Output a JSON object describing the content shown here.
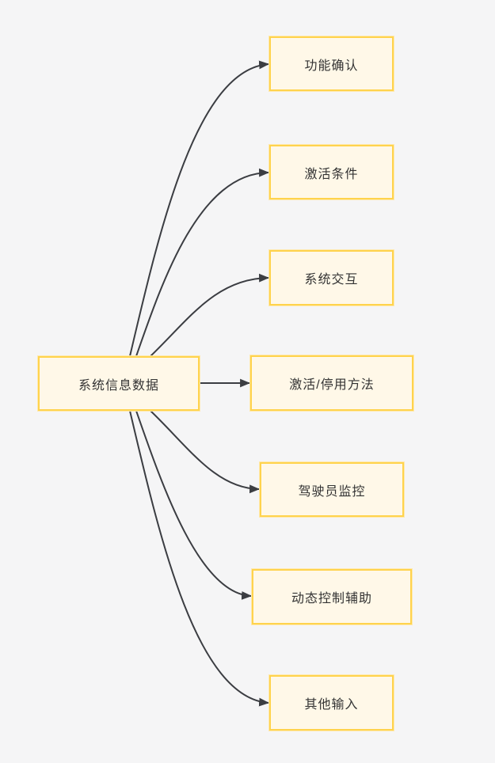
{
  "diagram": {
    "type": "mindmap-flowchart",
    "colors": {
      "background": "#f5f5f6",
      "node_fill": "#fff8e8",
      "node_border": "#ffd34d",
      "edge": "#3b3d42",
      "text": "#333333"
    },
    "nodes": [
      {
        "id": "system-info-data",
        "label": "系统信息数据",
        "role": "root"
      },
      {
        "id": "function-confirmation",
        "label": "功能确认",
        "role": "leaf"
      },
      {
        "id": "activation-conditions",
        "label": "激活条件",
        "role": "leaf"
      },
      {
        "id": "system-interaction",
        "label": "系统交互",
        "role": "leaf"
      },
      {
        "id": "activation-deactivation-method",
        "label": "激活/停用方法",
        "role": "leaf"
      },
      {
        "id": "driver-monitoring",
        "label": "驾驶员监控",
        "role": "leaf"
      },
      {
        "id": "dynamic-control-assist",
        "label": "动态控制辅助",
        "role": "leaf"
      },
      {
        "id": "other-inputs",
        "label": "其他输入",
        "role": "leaf"
      }
    ],
    "edges": [
      {
        "from": "system-info-data",
        "to": "function-confirmation"
      },
      {
        "from": "system-info-data",
        "to": "activation-conditions"
      },
      {
        "from": "system-info-data",
        "to": "system-interaction"
      },
      {
        "from": "system-info-data",
        "to": "activation-deactivation-method"
      },
      {
        "from": "system-info-data",
        "to": "driver-monitoring"
      },
      {
        "from": "system-info-data",
        "to": "dynamic-control-assist"
      },
      {
        "from": "system-info-data",
        "to": "other-inputs"
      }
    ]
  }
}
